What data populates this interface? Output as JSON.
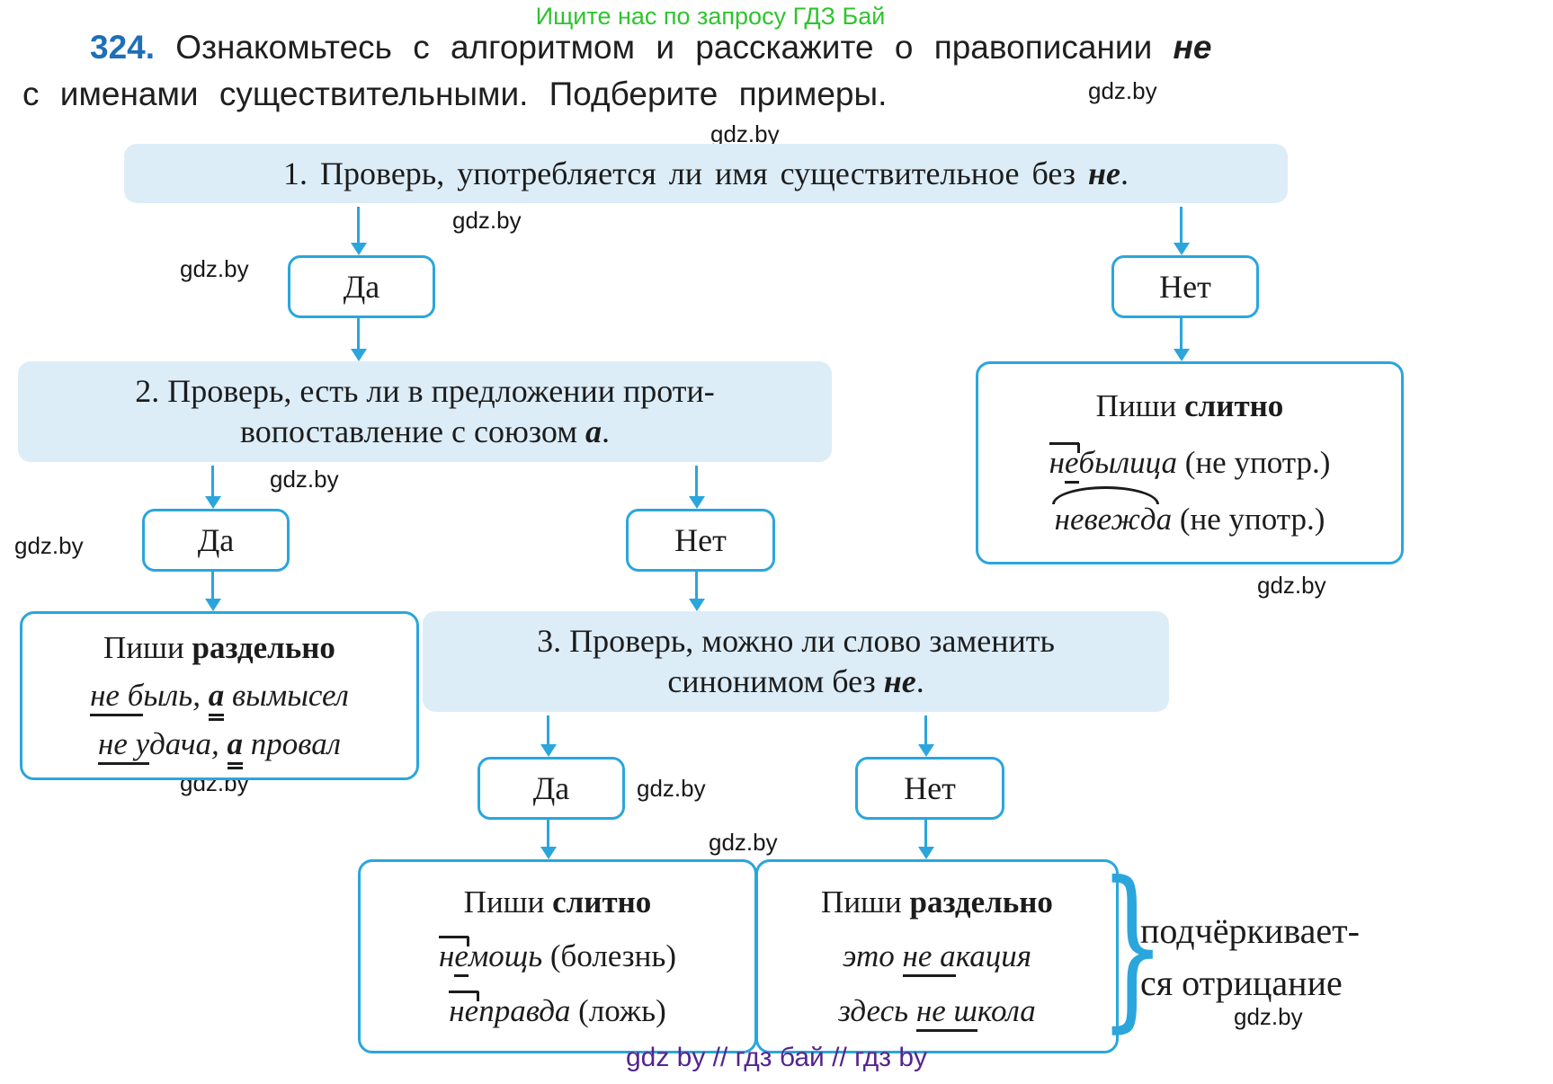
{
  "header": {
    "promo": "Ищите нас по запросу ГДЗ Бай",
    "line1_rich": [
      {
        "t": "324.",
        "c": "num"
      },
      {
        "t": " Ознакомьтесь с алгоритмом и расскажите о правописании "
      },
      {
        "t": "не",
        "c": "emsans"
      }
    ],
    "line2": "с именами существительными. Подберите примеры."
  },
  "watermark_text": "gdz.by",
  "steps": {
    "step1": [
      {
        "t": "1. Проверь, употребляется ли имя существительное без "
      },
      {
        "t": "не",
        "c": "em"
      },
      {
        "t": "."
      }
    ],
    "step2_l1": [
      {
        "t": "2. Проверь, есть ли в предложении проти-"
      }
    ],
    "step2_l2": [
      {
        "t": "вопоставление с союзом "
      },
      {
        "t": "а",
        "c": "em"
      },
      {
        "t": "."
      }
    ],
    "step3_l1": [
      {
        "t": "3. Проверь, можно ли слово заменить"
      }
    ],
    "step3_l2": [
      {
        "t": "синонимом без "
      },
      {
        "t": "не",
        "c": "em"
      },
      {
        "t": "."
      }
    ]
  },
  "decisions": {
    "yes": "Да",
    "no": "Нет"
  },
  "results": {
    "merged_top": {
      "title": [
        {
          "t": "Пиши "
        },
        {
          "t": "слитно",
          "c": "b"
        }
      ],
      "line1": [
        {
          "t": "н",
          "c": "i ol"
        },
        {
          "t": "е",
          "c": "i pre u1"
        },
        {
          "t": "былица",
          "c": "i"
        },
        {
          "t": " (не употр.)"
        }
      ],
      "line2": [
        {
          "t": "невежд",
          "c": "i root"
        },
        {
          "t": "а",
          "c": "i"
        },
        {
          "t": " (не употр.)"
        }
      ]
    },
    "separate_left": {
      "title": [
        {
          "t": "Пиши "
        },
        {
          "t": "раздельно",
          "c": "b"
        }
      ],
      "line1": [
        {
          "t": "не б",
          "c": "i u1"
        },
        {
          "t": "ыль",
          "c": "i"
        },
        {
          "t": ", ",
          "c": "i"
        },
        {
          "t": "а",
          "c": "em u2"
        },
        {
          "t": " вымысел",
          "c": "i"
        }
      ],
      "line2": [
        {
          "t": "не у",
          "c": "i u1"
        },
        {
          "t": "дача",
          "c": "i"
        },
        {
          "t": ", ",
          "c": "i"
        },
        {
          "t": "а",
          "c": "em u2"
        },
        {
          "t": " провал",
          "c": "i"
        }
      ]
    },
    "merged_bottom": {
      "title": [
        {
          "t": "Пиши "
        },
        {
          "t": "слитно",
          "c": "b"
        }
      ],
      "line1": [
        {
          "t": "н",
          "c": "i ol"
        },
        {
          "t": "е",
          "c": "i pre u1"
        },
        {
          "t": "мощь",
          "c": "i"
        },
        {
          "t": " (болезнь)"
        }
      ],
      "line2": [
        {
          "t": "н",
          "c": "i ol"
        },
        {
          "t": "е",
          "c": "i pre"
        },
        {
          "t": "правда",
          "c": "i"
        },
        {
          "t": " (ложь)"
        }
      ]
    },
    "separate_bottom": {
      "title": [
        {
          "t": "Пиши "
        },
        {
          "t": "раздельно",
          "c": "b"
        }
      ],
      "line1": [
        {
          "t": "это ",
          "c": "i"
        },
        {
          "t": "не а",
          "c": "i u1"
        },
        {
          "t": "кация",
          "c": "i"
        }
      ],
      "line2": [
        {
          "t": "здесь ",
          "c": "i"
        },
        {
          "t": "не ш",
          "c": "i u1"
        },
        {
          "t": "кола",
          "c": "i"
        }
      ]
    }
  },
  "brace": {
    "glyph": "}",
    "note_line1": "подчёркивает-",
    "note_line2": "ся отрицание"
  },
  "footer_text": "gdz by  //  гдз бай  //  гдз by",
  "colors": {
    "accent_blue": "#2aa6dc",
    "step_fill": "#dcedf8",
    "promo_green": "#2ec42e",
    "number_blue": "#1e6fb8",
    "footer_purple": "#55258e"
  }
}
